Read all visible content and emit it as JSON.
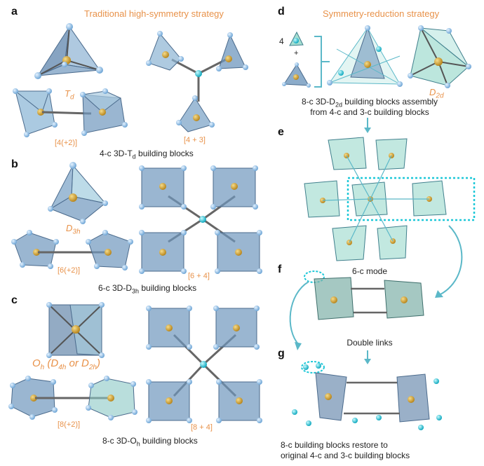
{
  "panels": {
    "a": {
      "letter": "a",
      "header": "Traditional high-symmetry strategy",
      "sym_label": "T",
      "sym_sub": "d",
      "label_left": "[4(+2)]",
      "label_right": "[4 + 3]",
      "caption": "4-c 3D-T",
      "caption_sub": "d",
      "caption_tail": " building blocks"
    },
    "b": {
      "letter": "b",
      "sym_label": "D",
      "sym_sub": "3h",
      "label_left": "[6(+2)]",
      "label_right": "[6 + 4]",
      "caption": "6-c 3D-D",
      "caption_sub": "3h",
      "caption_tail": " building blocks"
    },
    "c": {
      "letter": "c",
      "sym_label": "O",
      "sym_sub": "h",
      "sym_alt": " (D",
      "sym_alt_sub": "4h",
      "sym_alt_mid": " or D",
      "sym_alt_sub2": "2h",
      "sym_alt_end": ")",
      "label_left": "[8(+2)]",
      "label_right": "[8 + 4]",
      "caption": "8-c 3D-O",
      "caption_sub": "h",
      "caption_tail": " building blocks"
    },
    "d": {
      "letter": "d",
      "header": "Symmetry-reduction strategy",
      "count": "4",
      "plus": "+",
      "sym_label": "D",
      "sym_sub": "2d",
      "caption_line1": "8-c 3D-D",
      "caption_line1_sub": "2d",
      "caption_line1_tail": " building blocks assembly",
      "caption_line2": "from 4-c and 3-c building blocks"
    },
    "e": {
      "letter": "e",
      "caption": "6-c mode"
    },
    "f": {
      "letter": "f",
      "caption": "Double links"
    },
    "g": {
      "letter": "g",
      "caption_line1": "8-c building blocks restore to",
      "caption_line2": "original 4-c and 3-c building blocks"
    }
  },
  "colors": {
    "accent_orange": "#e8924a",
    "teal": "#1ec8d8",
    "blue_poly": "#7fa7cf",
    "green_poly": "#8fd6c6",
    "node": "#9cc8ec",
    "core": "#d4a83a"
  }
}
